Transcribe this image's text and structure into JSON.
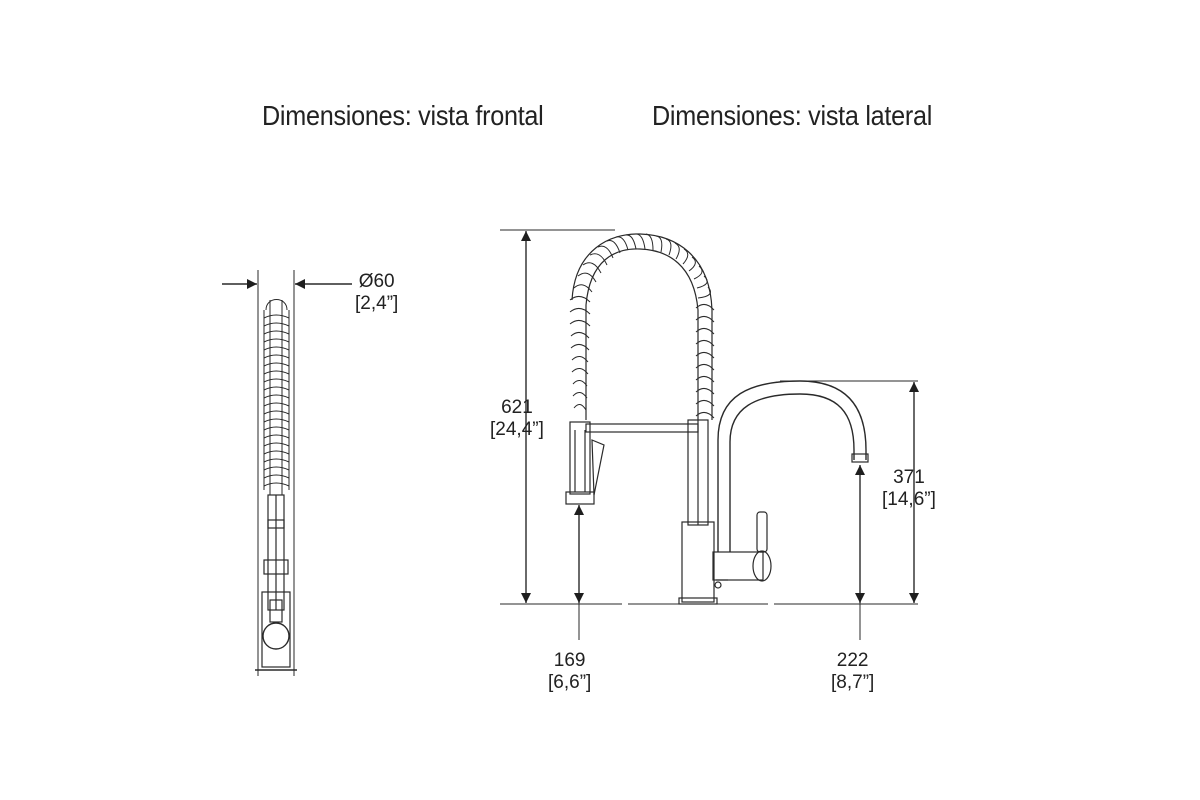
{
  "titles": {
    "front": "Dimensiones: vista frontal",
    "side": "Dimensiones: vista lateral"
  },
  "dimensions": {
    "diameter": {
      "mm": "Ø60",
      "inch": "[2,4”]"
    },
    "total_height": {
      "mm": "621",
      "inch": "[24,4”]"
    },
    "spout_height": {
      "mm": "371",
      "inch": "[14,6”]"
    },
    "sprayer_clearance": {
      "mm": "169",
      "inch": "[6,6”]"
    },
    "spout_outlet_clearance": {
      "mm": "222",
      "inch": "[8,7”]"
    }
  },
  "colors": {
    "line": "#2a2a2a",
    "text": "#222222",
    "background": "#ffffff"
  }
}
